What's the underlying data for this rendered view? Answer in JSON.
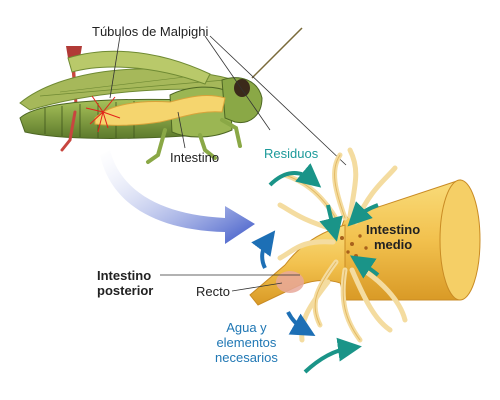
{
  "labels": {
    "malpighi": "Túbulos de Malpighi",
    "intestino": "Intestino",
    "residuos": "Residuos",
    "intestino_medio_1": "Intestino",
    "intestino_medio_2": "medio",
    "intestino_posterior_1": "Intestino",
    "intestino_posterior_2": "posterior",
    "recto": "Recto",
    "agua_1": "Agua y",
    "agua_2": "elementos",
    "agua_3": "necesarios"
  },
  "colors": {
    "teal_text": "#1c9a9a",
    "blue_text": "#1f77b4",
    "teal_arrow": "#1a9488",
    "blue_arrow": "#1d6fb5",
    "gut_yellow": "#f0c04a",
    "tubule_cream": "#f7dfa6",
    "tubule_red": "#e2231a",
    "rectum_pink": "#e8a89a",
    "grasshopper_green": "#8fb34a"
  }
}
